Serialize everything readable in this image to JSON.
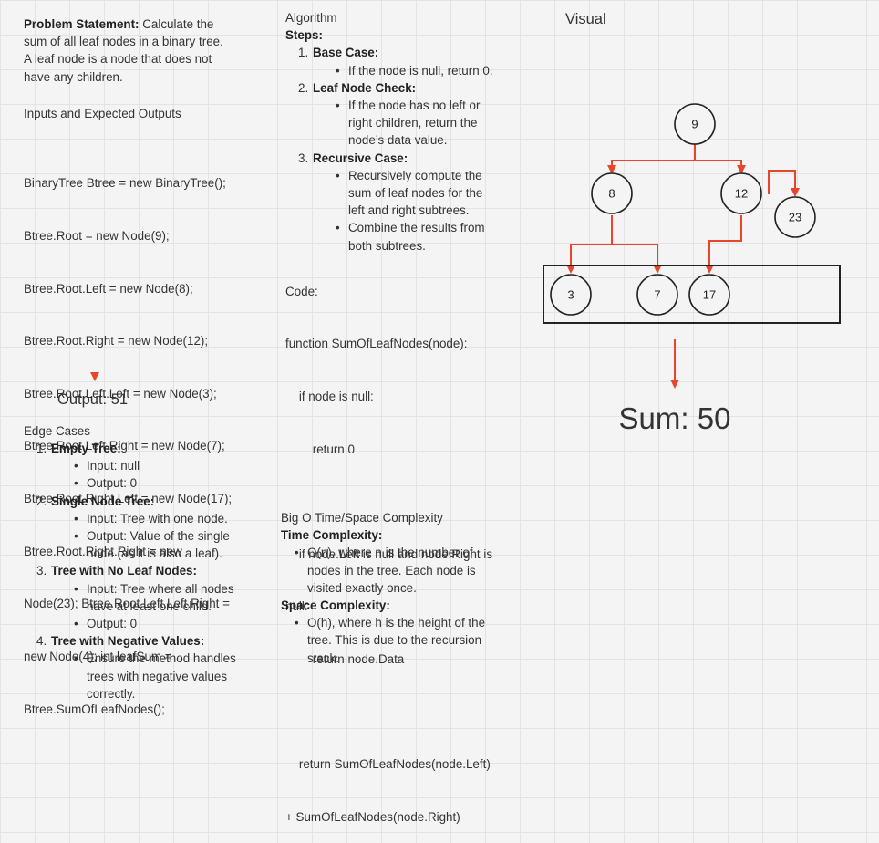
{
  "left": {
    "problem_label": "Problem Statement:",
    "problem_lines": [
      " Calculate the",
      "sum of all leaf nodes in a binary tree.",
      "A leaf node is a node that does not",
      "have any children."
    ],
    "inputs_heading": "Inputs and Expected Outputs",
    "code_lines": [
      "BinaryTree Btree = new BinaryTree();",
      "Btree.Root = new Node(9);",
      "Btree.Root.Left = new Node(8);",
      "Btree.Root.Right = new Node(12);",
      "Btree.Root.Left.Left = new Node(3);",
      "Btree.Root.Left.Right = new Node(7);",
      "Btree.Root.Right.Left = new Node(17);",
      "Btree.Root.Right.Right = new",
      "Node(23); Btree.Root.Left.Left.Right =",
      "new Node(4); int leafSum =",
      "Btree.SumOfLeafNodes();"
    ],
    "output_label": "Output: 51",
    "edge_heading": "Edge Cases",
    "edge_cases": [
      {
        "num": "1.",
        "title": "Empty Tree:",
        "bullets": [
          "Input: null",
          "Output: 0"
        ]
      },
      {
        "num": "2.",
        "title": "Single Node Tree:",
        "bullets": [
          "Input: Tree with one node.",
          "Output: Value of the single node (as it is also a leaf)."
        ]
      },
      {
        "num": "3.",
        "title": "Tree with No Leaf Nodes:",
        "bullets": [
          "Input: Tree where all nodes have at least one child.",
          "Output: 0"
        ]
      },
      {
        "num": "4.",
        "title": "Tree with Negative Values:",
        "bullets": [
          "Ensure the method handles trees with negative values correctly."
        ]
      }
    ]
  },
  "middle": {
    "algorithm_heading": "Algorithm",
    "steps_label": "Steps:",
    "steps": [
      {
        "num": "1.",
        "title": "Base Case:",
        "bullets": [
          "If the node is null, return 0."
        ]
      },
      {
        "num": "2.",
        "title": "Leaf Node Check:",
        "bullets": [
          "If the node has no left or right children, return the node’s data value."
        ]
      },
      {
        "num": "3.",
        "title": "Recursive Case:",
        "bullets": [
          "Recursively compute the sum of leaf nodes for the left and right subtrees.",
          "Combine the results from both subtrees."
        ]
      }
    ],
    "code_heading": "Code:",
    "code_lines": [
      "function SumOfLeafNodes(node):",
      "    if node is null:",
      "        return 0",
      "",
      "    if node.Left is null and node.Right is",
      "null:",
      "        return node.Data",
      "",
      "    return SumOfLeafNodes(node.Left)",
      "+ SumOfLeafNodes(node.Right)"
    ],
    "bigo_heading": "Big O Time/Space Complexity",
    "time_label": "Time Complexity:",
    "time_bullets": [
      "O(n), where n is the number of nodes in the tree. Each node is visited exactly once."
    ],
    "space_label": "Space Complexity:",
    "space_bullets": [
      "O(h), where h is the height of the tree. This is due to the recursion stack."
    ]
  },
  "visual": {
    "title": "Visual",
    "nodes": {
      "root": "9",
      "left": "8",
      "right": "12",
      "right_right": "23",
      "ll": "3",
      "lr": "7",
      "rl": "17"
    },
    "sum_label": "Sum: 50",
    "arrow_color": "#e8452b"
  }
}
